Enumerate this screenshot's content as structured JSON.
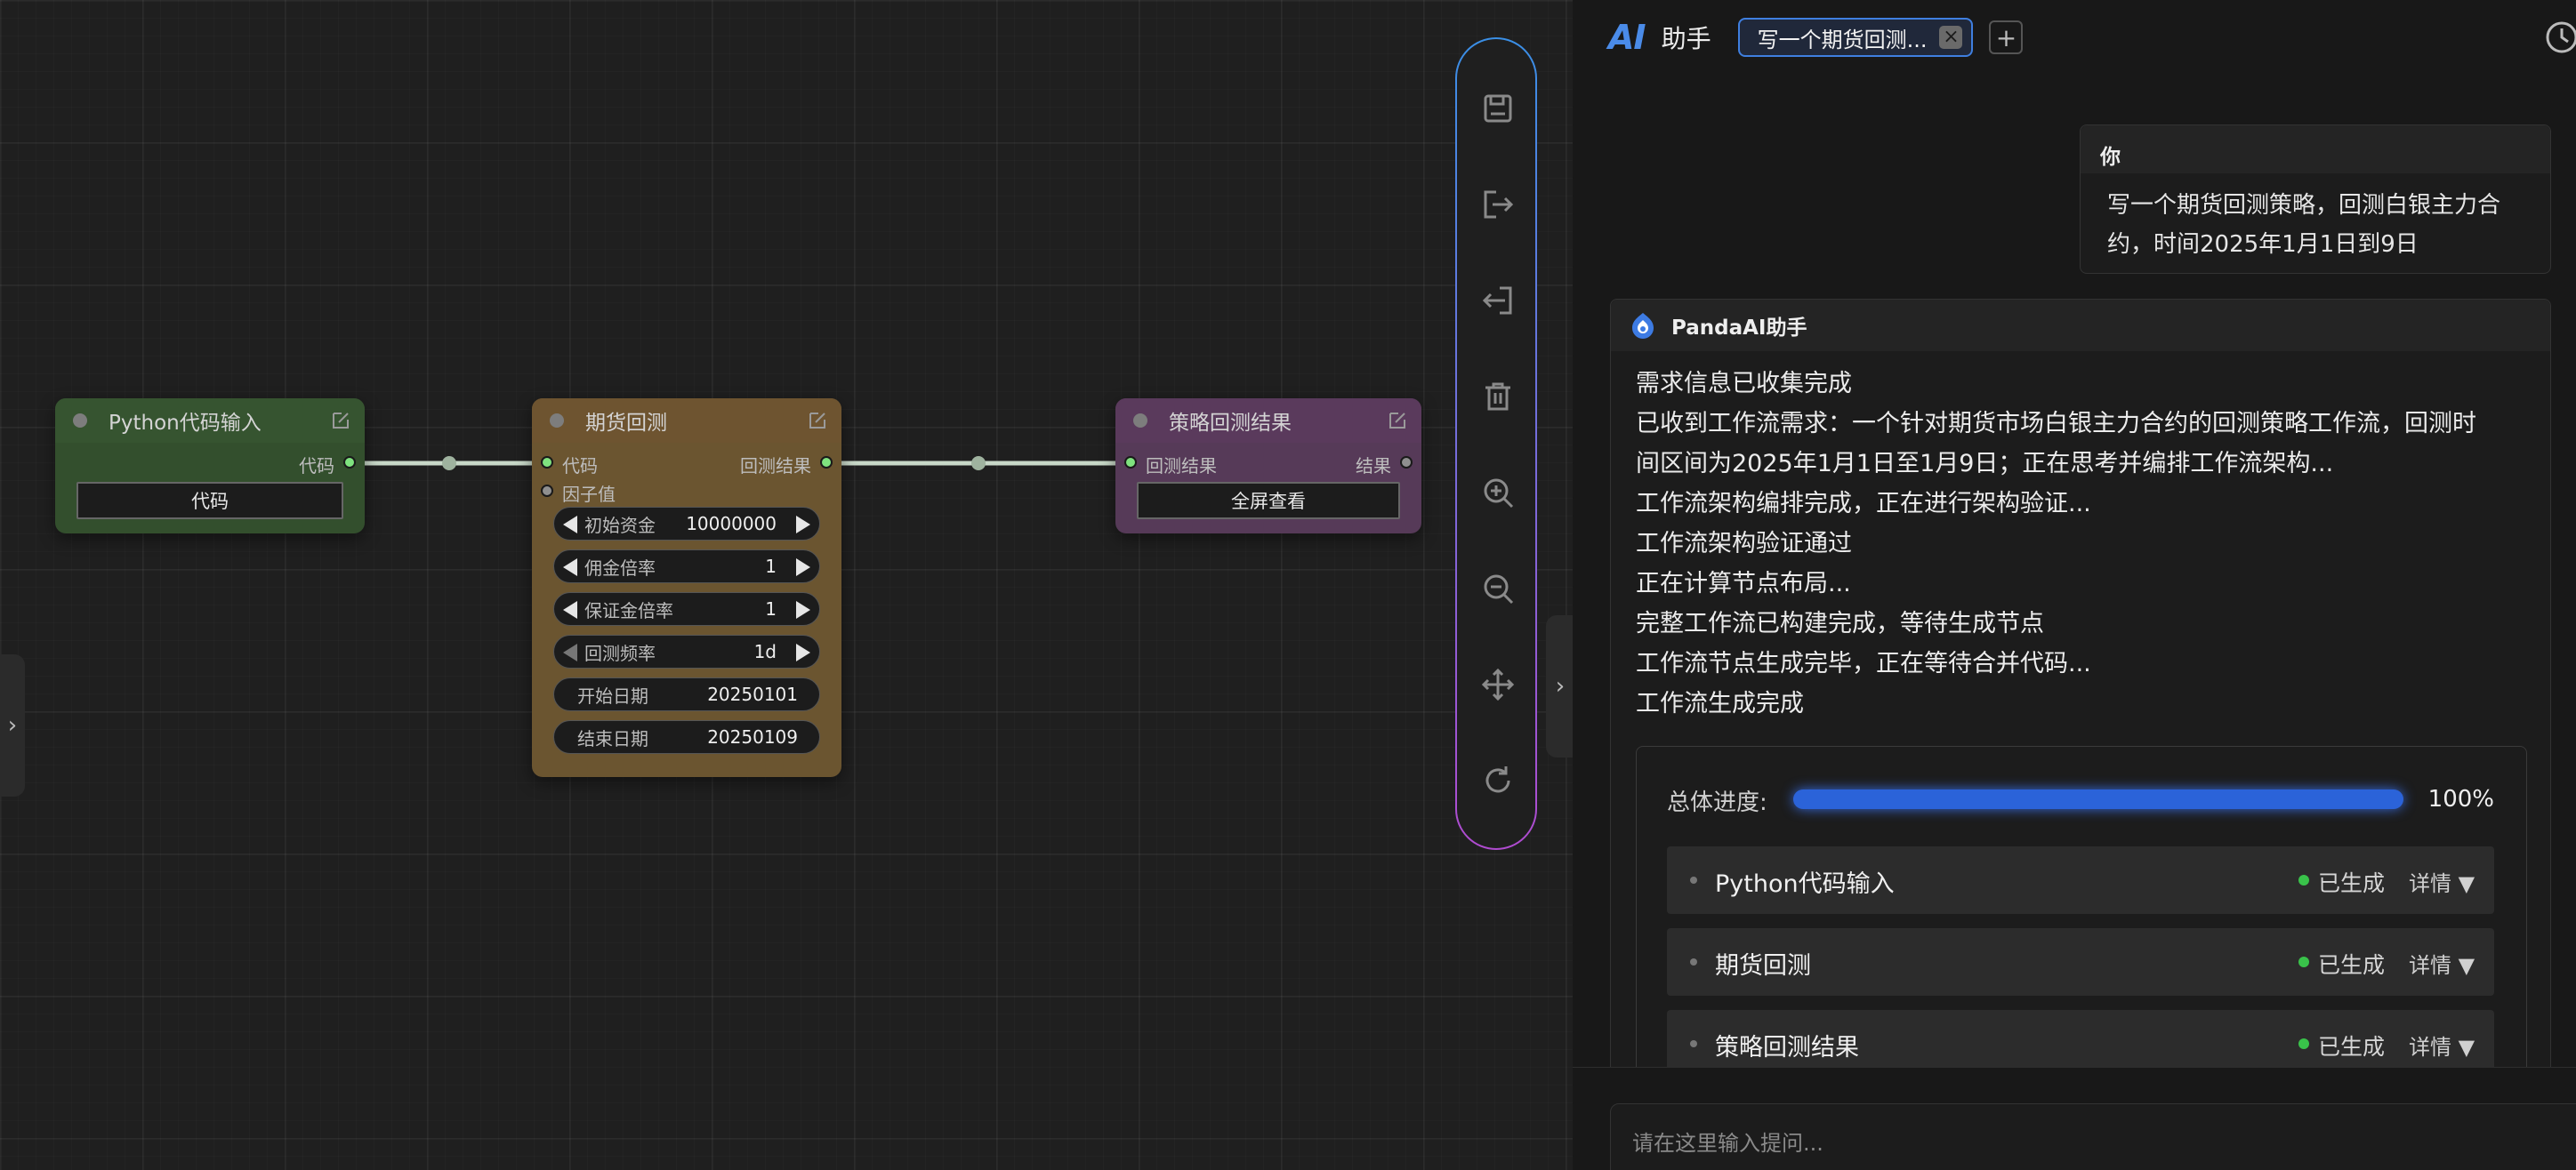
{
  "canvas": {
    "nodes": {
      "python_input": {
        "title": "Python代码输入",
        "output_label": "代码",
        "button_label": "代码",
        "color": "#36562f"
      },
      "futures_backtest": {
        "title": "期货回测",
        "inputs": [
          "代码",
          "因子值"
        ],
        "output_label": "回测结果",
        "widgets": [
          {
            "label": "初始资金",
            "value": "10000000"
          },
          {
            "label": "佣金倍率",
            "value": "1"
          },
          {
            "label": "保证金倍率",
            "value": "1"
          },
          {
            "label": "回测频率",
            "value": "1d"
          },
          {
            "label": "开始日期",
            "value": "20250101"
          },
          {
            "label": "结束日期",
            "value": "20250109"
          }
        ],
        "color": "#6e5730"
      },
      "backtest_result": {
        "title": "策略回测结果",
        "input_label": "回测结果",
        "output_label": "结果",
        "button_label": "全屏查看",
        "color": "#5a3a5c"
      }
    },
    "toolbar_icons": [
      "save-icon",
      "export-icon",
      "import-icon",
      "delete-icon",
      "zoom-in-icon",
      "zoom-out-icon",
      "move-icon",
      "refresh-icon"
    ]
  },
  "panel": {
    "logo": "AI",
    "title": "助手",
    "tab_label": "写一个期货回测...",
    "accent": "#4a8be8",
    "user_message": {
      "sender": "你",
      "text": "写一个期货回测策略，回测白银主力合约，时间2025年1月1日到9日"
    },
    "ai_message": {
      "sender": "PandaAI助手",
      "lines": [
        "需求信息已收集完成",
        "已收到工作流需求：一个针对期货市场白银主力合约的回测策略工作流，回测时",
        "间区间为2025年1月1日至1月9日；正在思考并编排工作流架构...",
        "工作流架构编排完成，正在进行架构验证...",
        "工作流架构验证通过",
        "正在计算节点布局...",
        "完整工作流已构建完成，等待生成节点",
        "工作流节点生成完毕，正在等待合并代码...",
        "工作流生成完成"
      ],
      "progress": {
        "label": "总体进度:",
        "value": 1.0,
        "text": "100%"
      },
      "steps": [
        {
          "name": "Python代码输入",
          "status": "已生成",
          "detail": "详情 ▼"
        },
        {
          "name": "期货回测",
          "status": "已生成",
          "detail": "详情 ▼"
        },
        {
          "name": "策略回测结果",
          "status": "已生成",
          "detail": "详情 ▼"
        }
      ]
    },
    "input_placeholder": "请在这里输入提问..."
  }
}
